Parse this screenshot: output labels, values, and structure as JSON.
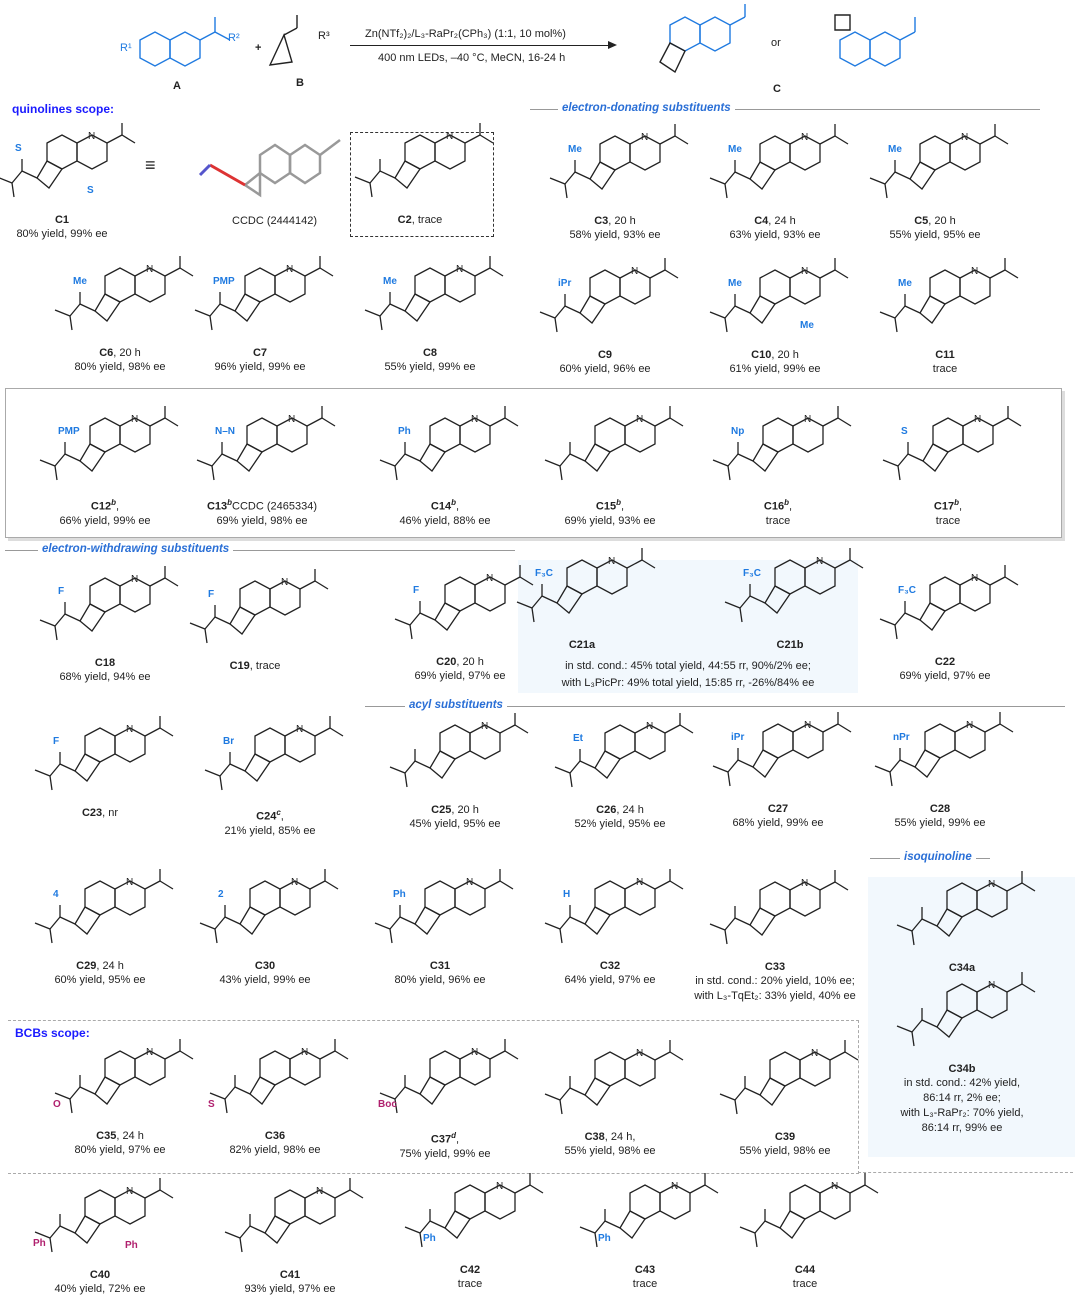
{
  "reaction": {
    "reactant_a_label": "A",
    "reactant_b_label": "B",
    "product_label": "C",
    "r1": "R¹",
    "r2": "R²",
    "r3": "R³",
    "plus": "+",
    "or": "or",
    "condition_1": "Zn(NTf₂)₂/L₃-RaPr₂(CPh₃) (1:1, 10 mol%)",
    "condition_2": "400 nm LEDs, –40 °C, MeCN, 16-24 h"
  },
  "sections": {
    "quinolines": "quinolines scope:",
    "edg": "electron-donating substituents",
    "ewg": "electron-withdrawing substituents",
    "acyl": "acyl substituents",
    "isoquinoline": "isoquinoline",
    "bcbs": "BCBs scope:"
  },
  "ccdc_1": "CCDC (2444142)",
  "colors": {
    "blue": "#1f7ae0",
    "magenta": "#b0206e",
    "section": "#1a1aff"
  },
  "compounds": [
    {
      "label": "C1",
      "result": [
        "80% yield, 99% ee"
      ],
      "subs": [
        "S",
        "S"
      ]
    },
    {
      "label": "C2",
      "note": ", trace",
      "result": []
    },
    {
      "label": "C3",
      "note": ", 20 h",
      "result": [
        "58% yield, 93% ee"
      ],
      "subs": [
        "Me"
      ]
    },
    {
      "label": "C4",
      "note": ", 24 h",
      "result": [
        "63% yield, 93% ee"
      ],
      "subs": [
        "Me"
      ]
    },
    {
      "label": "C5",
      "note": ", 20 h",
      "result": [
        "55% yield, 95% ee"
      ],
      "subs": [
        "Me"
      ]
    },
    {
      "label": "C6",
      "note": ", 20 h",
      "result": [
        "80% yield, 98% ee"
      ],
      "subs": [
        "Me"
      ]
    },
    {
      "label": "C7",
      "result": [
        "96% yield, 99% ee"
      ],
      "subs": [
        "PMP"
      ]
    },
    {
      "label": "C8",
      "result": [
        "55% yield, 99% ee"
      ],
      "subs": [
        "Me"
      ]
    },
    {
      "label": "C9",
      "result": [
        "60% yield, 96% ee"
      ],
      "subs": [
        "iPr"
      ]
    },
    {
      "label": "C10",
      "note": ", 20 h",
      "result": [
        "61% yield, 99% ee"
      ],
      "subs": [
        "Me",
        "Me"
      ]
    },
    {
      "label": "C11",
      "result": [
        "trace"
      ],
      "subs": [
        "Me"
      ]
    },
    {
      "label": "C12",
      "sup": "b",
      "note": ",",
      "result": [
        "66% yield, 99% ee"
      ],
      "subs": [
        "PMP"
      ]
    },
    {
      "label": "C13",
      "sup": "b",
      "note": "CCDC (2465334)",
      "result": [
        "69% yield, 98% ee"
      ],
      "subs": [
        "N–N"
      ]
    },
    {
      "label": "C14",
      "sup": "b",
      "note": ",",
      "result": [
        "46% yield, 88% ee"
      ],
      "subs": [
        "Ph"
      ]
    },
    {
      "label": "C15",
      "sup": "b",
      "note": ",",
      "result": [
        "69% yield, 93% ee"
      ],
      "subs": []
    },
    {
      "label": "C16",
      "sup": "b",
      "note": ",",
      "result": [
        "trace"
      ],
      "subs": [
        "Np"
      ]
    },
    {
      "label": "C17",
      "sup": "b",
      "note": ",",
      "result": [
        "trace"
      ],
      "subs": [
        "S"
      ]
    },
    {
      "label": "C18",
      "result": [
        "68% yield, 94% ee"
      ],
      "subs": [
        "F"
      ]
    },
    {
      "label": "C19",
      "note": ", trace",
      "result": [],
      "subs": [
        "F"
      ]
    },
    {
      "label": "C20",
      "note": ", 20 h",
      "result": [
        "69% yield, 97% ee"
      ],
      "subs": [
        "F"
      ]
    },
    {
      "label": "C21a",
      "result": [],
      "subs": [
        "F₃C"
      ]
    },
    {
      "label": "C21b",
      "result": [],
      "subs": [
        "F₃C"
      ]
    },
    {
      "label": "C22",
      "result": [
        "69% yield, 97% ee"
      ],
      "subs": [
        "F₃C"
      ]
    },
    {
      "label": "C23",
      "note": ", nr",
      "result": [],
      "subs": [
        "F"
      ]
    },
    {
      "label": "C24",
      "sup": "c",
      "note": ",",
      "result": [
        "21% yield, 85% ee"
      ],
      "subs": [
        "Br"
      ]
    },
    {
      "label": "C25",
      "note": ", 20 h",
      "result": [
        "45% yield, 95% ee"
      ],
      "subs": []
    },
    {
      "label": "C26",
      "note": ", 24 h",
      "result": [
        "52% yield, 95% ee"
      ],
      "subs": [
        "Et"
      ]
    },
    {
      "label": "C27",
      "result": [
        "68% yield, 99% ee"
      ],
      "subs": [
        "iPr"
      ]
    },
    {
      "label": "C28",
      "result": [
        "55% yield, 99% ee"
      ],
      "subs": [
        "nPr"
      ]
    },
    {
      "label": "C29",
      "note": ", 24 h",
      "result": [
        "60% yield, 95% ee"
      ],
      "subs": [
        "4"
      ]
    },
    {
      "label": "C30",
      "result": [
        "43% yield, 99% ee"
      ],
      "subs": [
        "2"
      ]
    },
    {
      "label": "C31",
      "result": [
        "80% yield, 96% ee"
      ],
      "subs": [
        "Ph"
      ]
    },
    {
      "label": "C32",
      "result": [
        "64% yield, 97% ee"
      ],
      "subs": [
        "H"
      ]
    },
    {
      "label": "C33",
      "result": [
        "in std. cond.: 20% yield, 10% ee;",
        "with L₃-TqEt₂: 33% yield, 40% ee"
      ]
    },
    {
      "label": "C34a",
      "result": []
    },
    {
      "label": "C34b",
      "result": [
        "in std. cond.: 42% yield,",
        "86:14 rr, 2% ee;",
        "with L₃-RaPr₂: 70% yield,",
        "86:14 rr, 99% ee"
      ]
    },
    {
      "label": "C35",
      "note": ", 24 h",
      "result": [
        "80% yield, 97% ee"
      ],
      "subs": [
        "O"
      ]
    },
    {
      "label": "C36",
      "result": [
        "82% yield, 98% ee"
      ],
      "subs": [
        "S"
      ]
    },
    {
      "label": "C37",
      "sup": "d",
      "note": ",",
      "result": [
        "75% yield, 99% ee"
      ],
      "subs": [
        "Boc"
      ]
    },
    {
      "label": "C38",
      "note": ", 24 h,",
      "result": [
        "55% yield, 98% ee"
      ]
    },
    {
      "label": "C39",
      "result": [
        "55% yield, 98% ee"
      ]
    },
    {
      "label": "C40",
      "result": [
        "40% yield, 72% ee"
      ],
      "subs": [
        "Ph",
        "Ph"
      ]
    },
    {
      "label": "C41",
      "result": [
        "93% yield, 97% ee"
      ]
    },
    {
      "label": "C42",
      "result": [
        "trace"
      ],
      "subs": [
        "Ph"
      ]
    },
    {
      "label": "C43",
      "result": [
        "trace"
      ],
      "subs": [
        "Ph"
      ]
    },
    {
      "label": "C44",
      "result": [
        "trace"
      ]
    }
  ],
  "c21_results": [
    "in std. cond.: 45% total yield, 44:55 rr, 90%/2% ee;",
    "with L₃PicPr: 49% total yield, 15:85 rr, -26%/84% ee"
  ]
}
